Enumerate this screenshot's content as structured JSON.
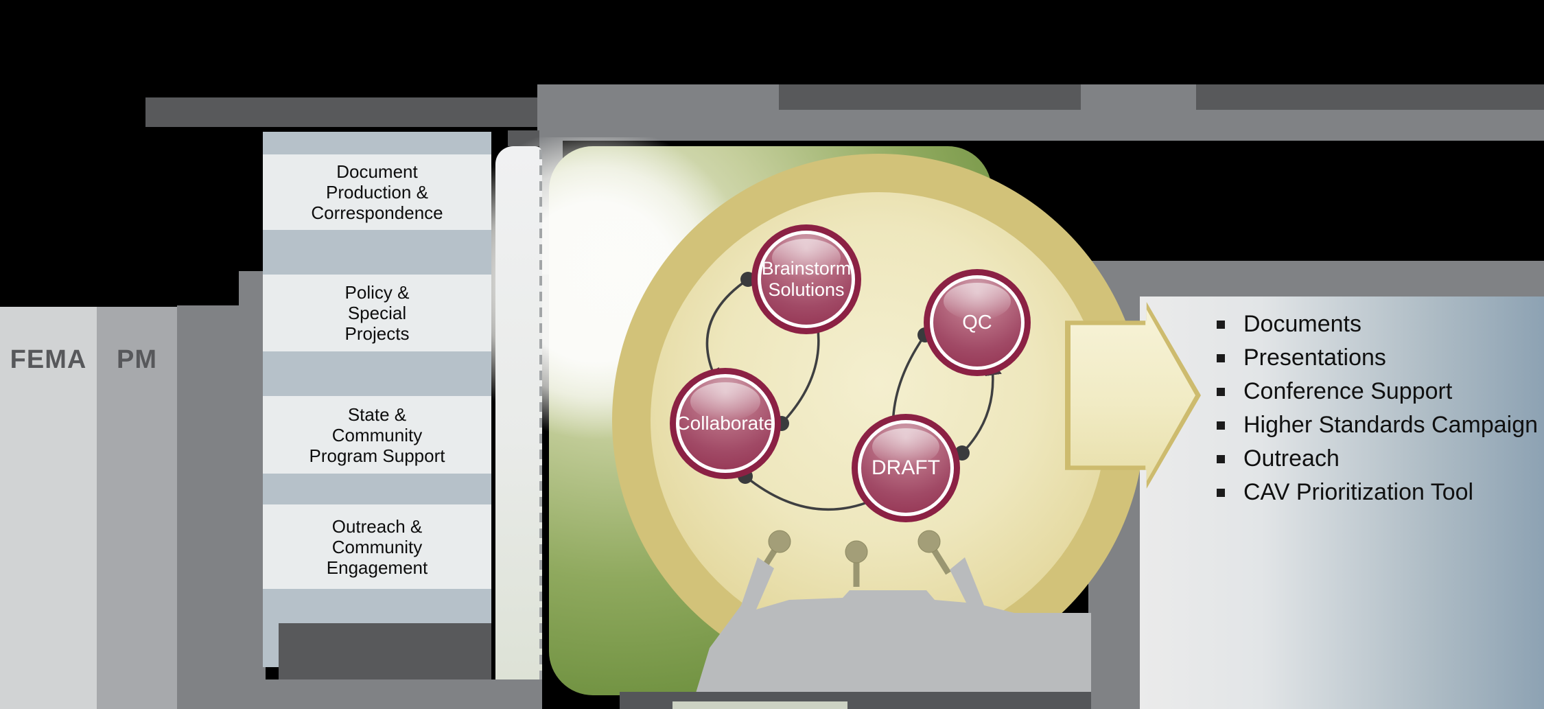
{
  "left_panel": {
    "fema": "FEMA",
    "pm": "PM"
  },
  "services": {
    "items": [
      {
        "label": "Document\nProduction &\nCorrespondence"
      },
      {
        "label": "Policy &\nSpecial\nProjects"
      },
      {
        "label": "State &\nCommunity\nProgram Support"
      },
      {
        "label": "Outreach &\nCommunity\nEngagement"
      }
    ]
  },
  "cycle": {
    "nodes": [
      {
        "label": "Brainstorm\nSolutions"
      },
      {
        "label": "QC"
      },
      {
        "label": "Collaborate"
      },
      {
        "label": "DRAFT"
      }
    ]
  },
  "outputs": {
    "items": [
      "Documents",
      "Presentations",
      "Conference Support",
      "Higher Standards Campaign",
      "Outreach",
      "CAV Prioritization Tool"
    ]
  },
  "colors": {
    "dark_gray": "#58595b",
    "mid_gray": "#808285",
    "light_gray": "#d1d3d4",
    "pm_gray": "#a7a9ac",
    "blue_gray_band": "#b6c1c9",
    "service_box": "#e9eced",
    "maroon_ring": "#8b2144",
    "tan_ring": "#d2c279",
    "tan_fill": "#eee7bd",
    "olive_green": "#6f9140",
    "output_blue": "#8da2b3",
    "arrow_cream": "#f1ebc4",
    "arrow_border": "#cdbb6e",
    "silhouette_gray": "#b9bbbd",
    "pin_olive": "#9a9671"
  }
}
